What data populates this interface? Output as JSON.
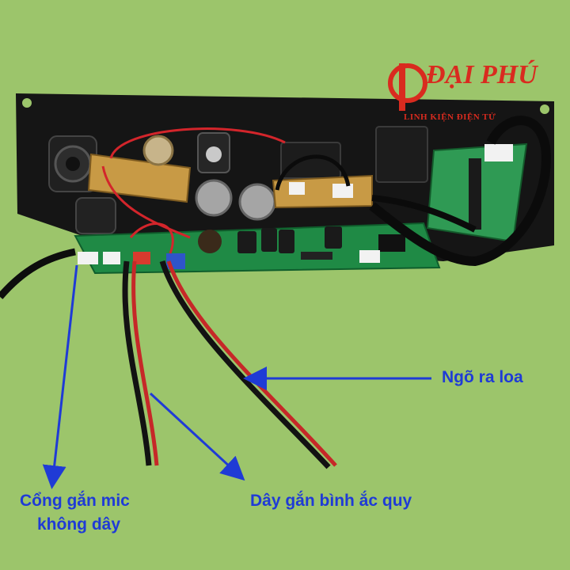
{
  "logo": {
    "brand": "ĐẠI PHÚ",
    "tagline": "LINH KIỆN ĐIỆN TỬ"
  },
  "annotations": {
    "mic_port_line1": "Cổng gắn mic",
    "mic_port_line2": "không dây",
    "battery_wire": "Dây gắn bình ắc quy",
    "speaker_output": "Ngõ ra loa"
  },
  "colors": {
    "background": "#9cc56b",
    "annotation_text": "#1f3bd6",
    "logo_red": "#d92b1f",
    "pcb_green": "#1f8a45",
    "faceplate_black": "#141414"
  }
}
